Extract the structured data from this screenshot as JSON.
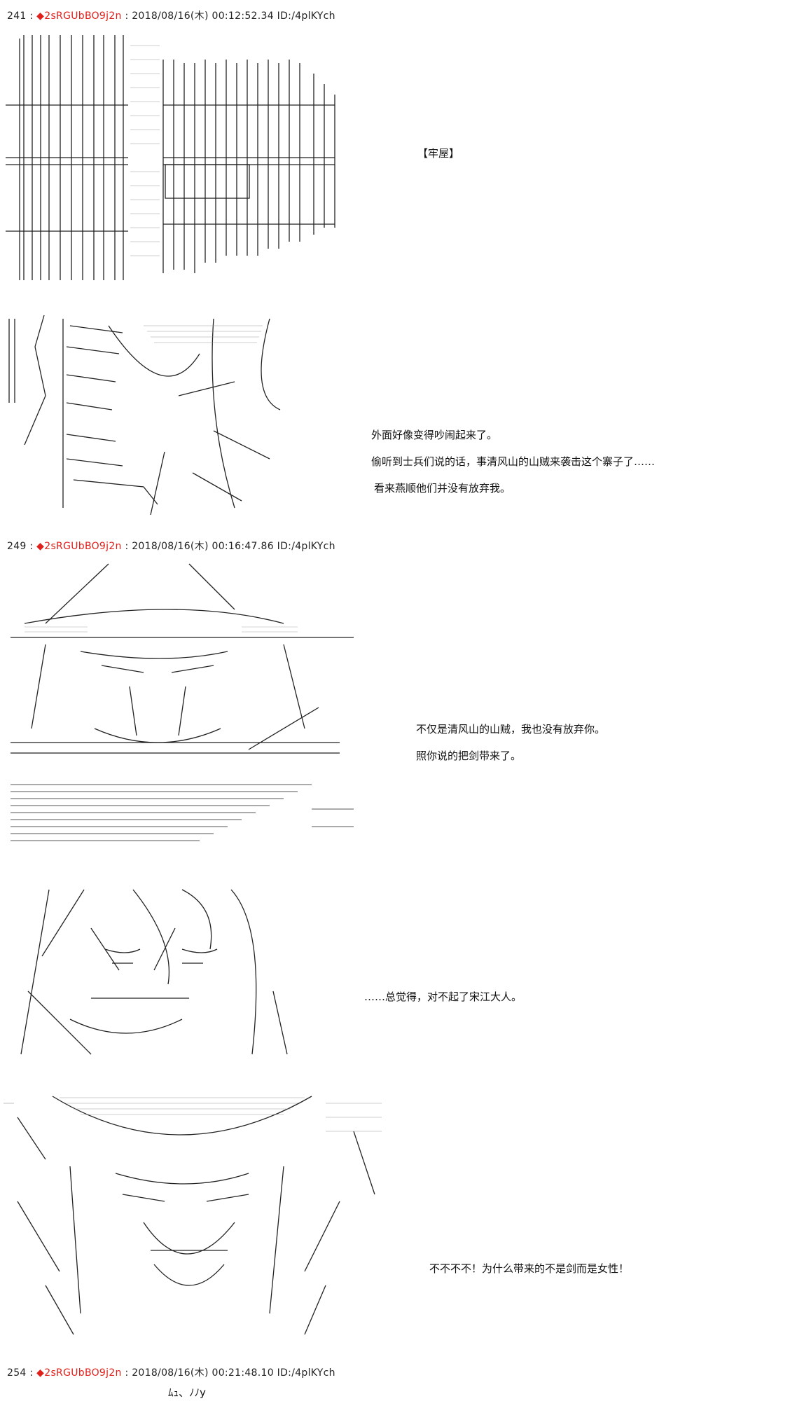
{
  "posts": [
    {
      "num": "241",
      "sep": " : ",
      "diamond": "◆",
      "trip": "2sRGUbBO9j2n",
      "meta": " : 2018/08/16(木) 00:12:52.34 ID:/4plKYch"
    },
    {
      "num": "249",
      "sep": " : ",
      "diamond": "◆",
      "trip": "2sRGUbBO9j2n",
      "meta": " : 2018/08/16(木) 00:16:47.86 ID:/4plKYch"
    },
    {
      "num": "254",
      "sep": " : ",
      "diamond": "◆",
      "trip": "2sRGUbBO9j2n",
      "meta": " : 2018/08/16(木) 00:21:48.10 ID:/4plKYch"
    }
  ],
  "captions": {
    "c1": "【牢屋】",
    "c2": [
      "外面好像变得吵闹起来了。",
      "偷听到士兵们说的话，事清风山的山贼来袭击这个寨子了…… ",
      "看来燕顺他们并没有放弃我。"
    ],
    "c3": [
      "不仅是清风山的山贼，我也没有放弃你。",
      "照你说的把剑带来了。"
    ],
    "c4": "……总觉得，对不起了宋江大人。",
    "c5": "不不不不！为什么带来的不是剑而是女性！",
    "c6": "ﾑｭ、ﾉﾉy"
  }
}
